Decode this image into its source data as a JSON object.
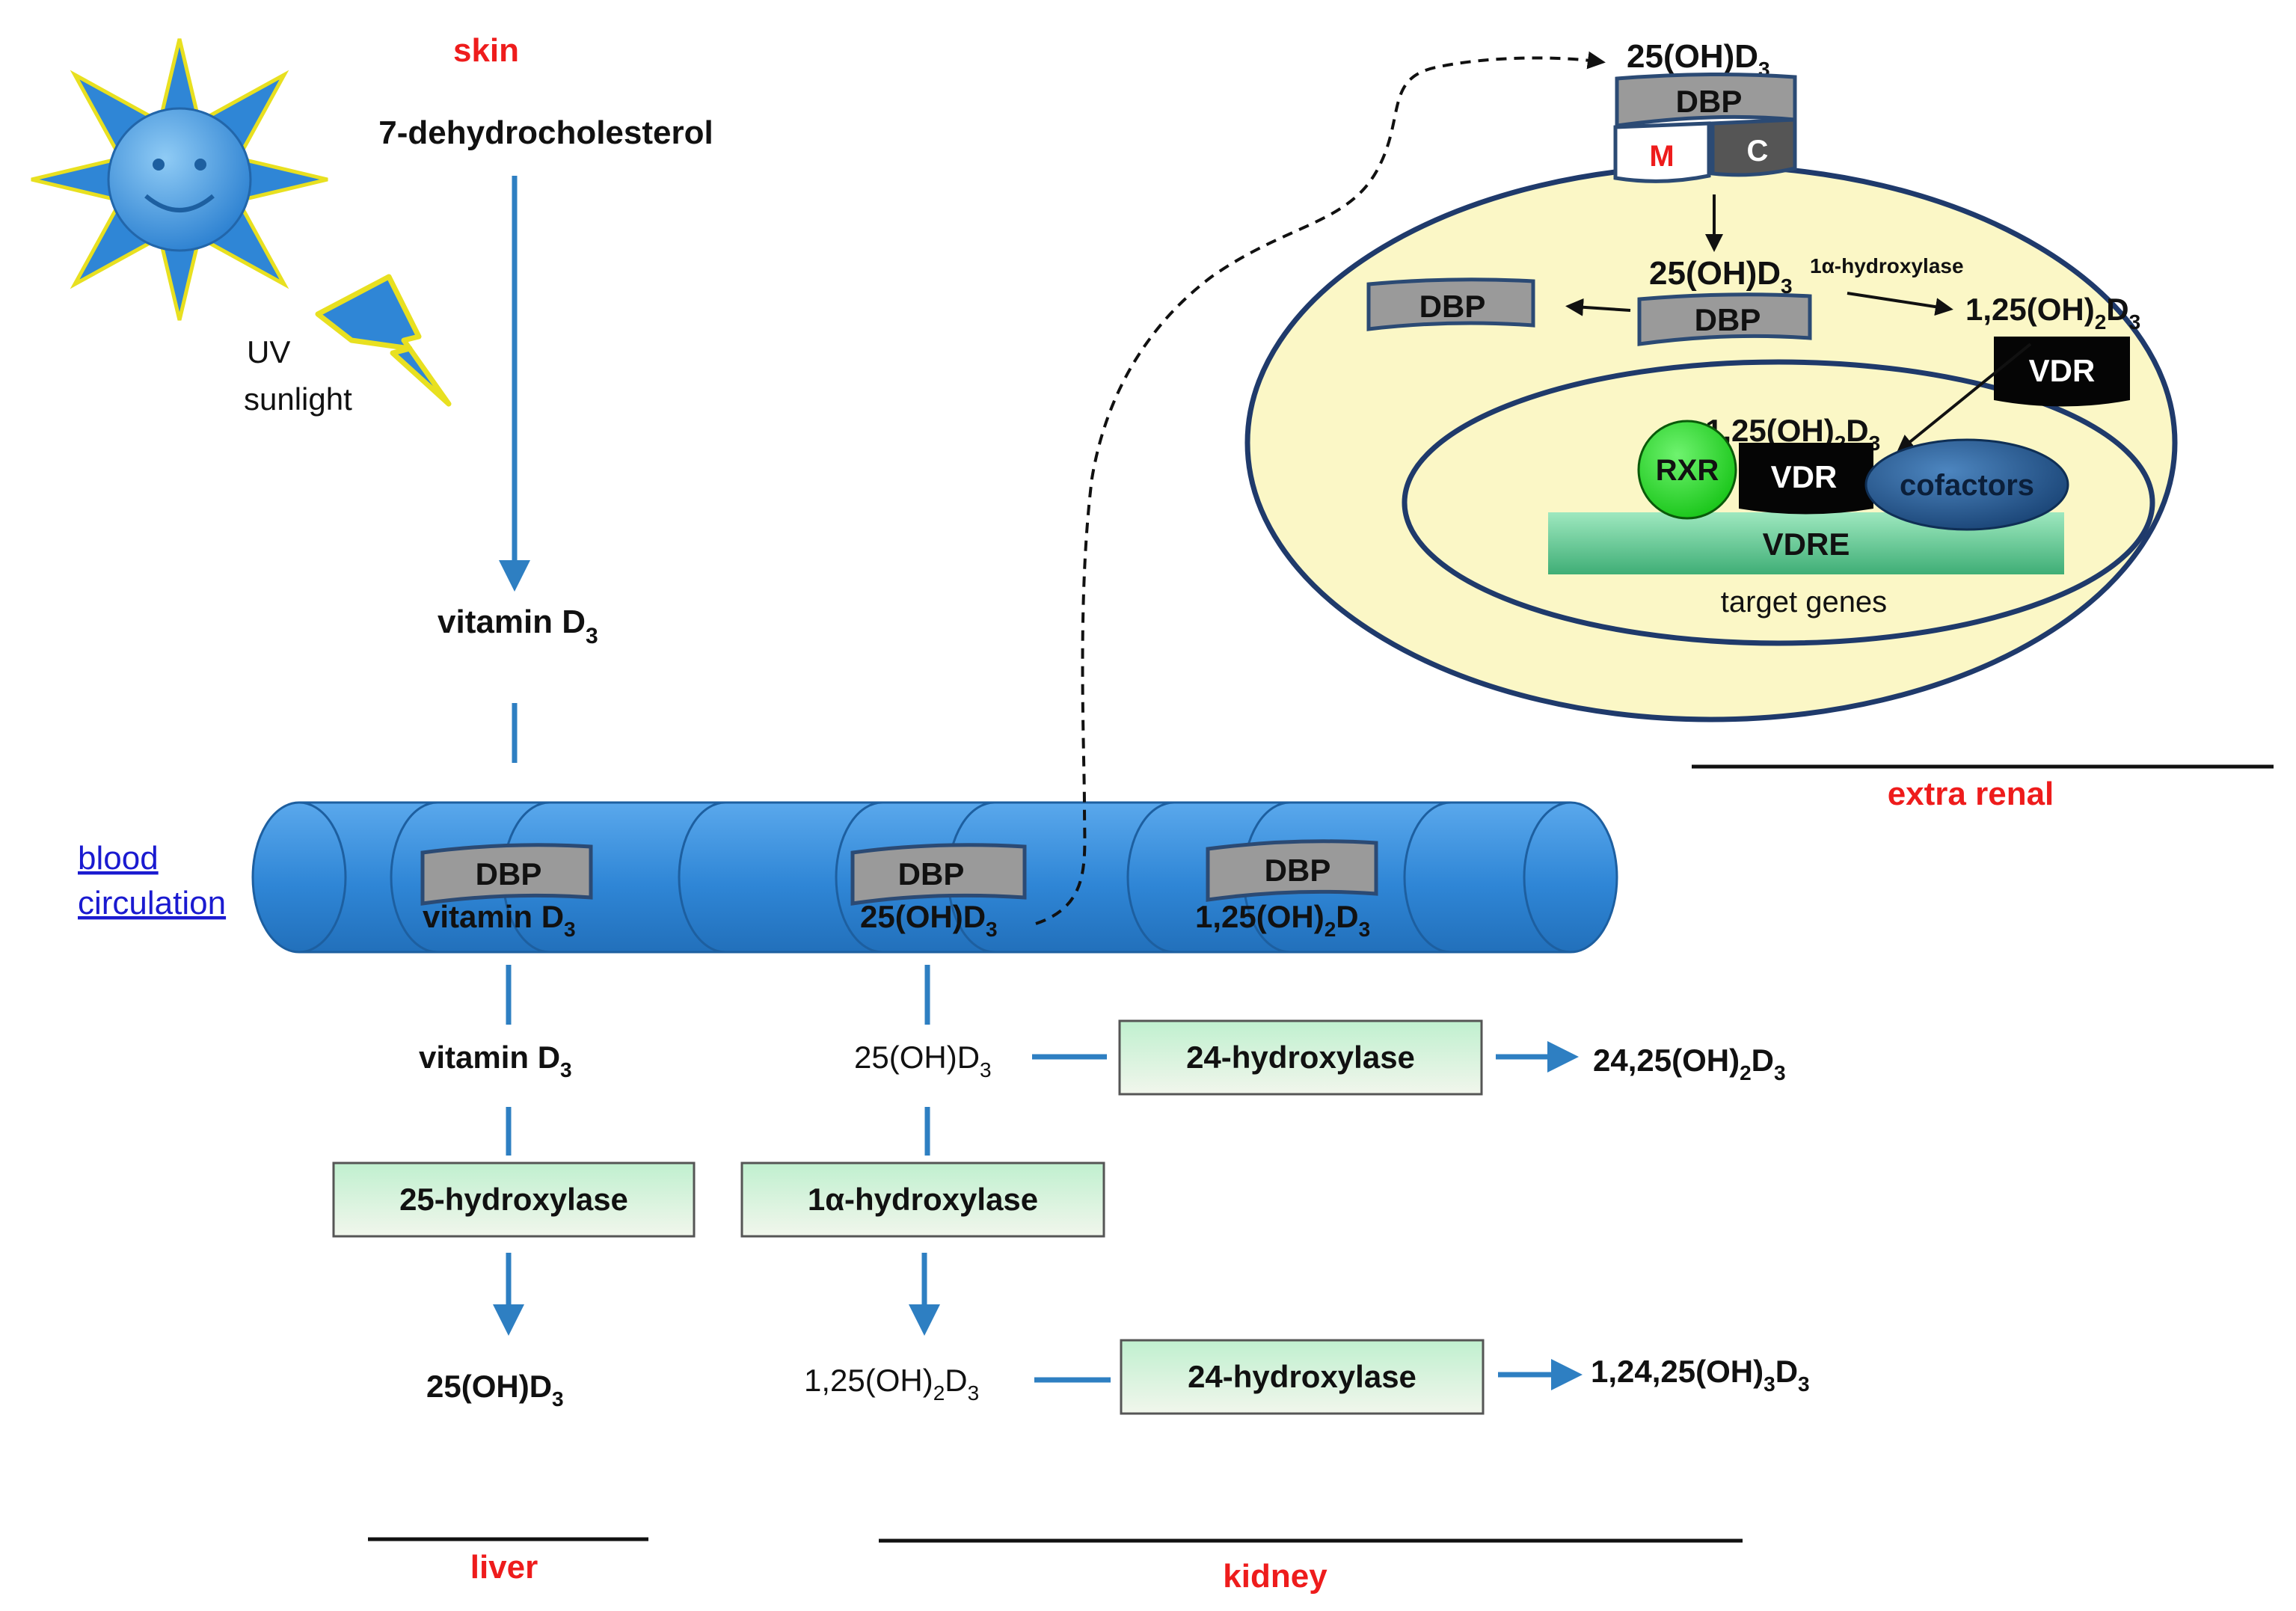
{
  "labels": {
    "skin": "skin",
    "seven_dhc": "7-dehydrocholesterol",
    "uv_line1": "UV",
    "uv_line2": "sunlight",
    "vitd3": "vitamin D",
    "sub3": "3",
    "sub2": "2",
    "blood_line1": "blood",
    "blood_line2": "circulation",
    "dbp": "DBP",
    "oh25_prefix": "25(OH)D",
    "oh125_prefix": "1,25(OH)",
    "d": "D",
    "oh2425_prefix": "24,25(OH)",
    "oh12425_prefix": "1,24,25(OH)",
    "liver": "liver",
    "kidney": "kidney",
    "extra_renal": "extra renal",
    "m": "M",
    "c": "C",
    "hydroxylase_small": "1α-hydroxylase",
    "vdr": "VDR",
    "rxr": "RXR",
    "cofactors": "cofactors",
    "vdre": "VDRE",
    "target_genes": "target genes"
  },
  "enzymes": {
    "h25": "25-hydroxylase",
    "h1a": "1α-hydroxylase",
    "h24": "24-hydroxylase"
  },
  "colors": {
    "flow_arrow": "#2e7fc2",
    "vessel": "#3d8fd9",
    "cell_fill": "#fbf7c6",
    "cell_border": "#1f3a6b",
    "enzyme_fill_top": "#c6f2d2",
    "red_label": "#ee1c1c",
    "rxr_green": "#22e022",
    "vdre_green": "#4fc28a"
  }
}
